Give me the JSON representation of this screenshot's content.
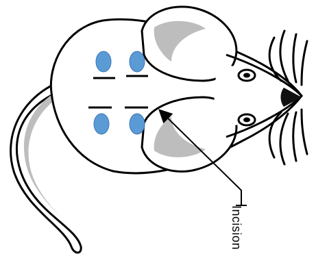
{
  "diagram": {
    "callout_label": "Incision",
    "colors": {
      "outline": "#000000",
      "body_fill": "#ffffff",
      "ear_inner": "#bdbdbd",
      "tail_shade": "#bdbdbd",
      "dot_fill": "#5b9bd5",
      "dot_stroke": "#3a76b5",
      "nose": "#111111"
    },
    "icons": [
      "mouse-outline",
      "ear-left",
      "ear-right",
      "eye-left",
      "eye-right",
      "nose",
      "whiskers",
      "tail",
      "injection-site-dot",
      "incision-mark",
      "callout-arrow"
    ]
  }
}
